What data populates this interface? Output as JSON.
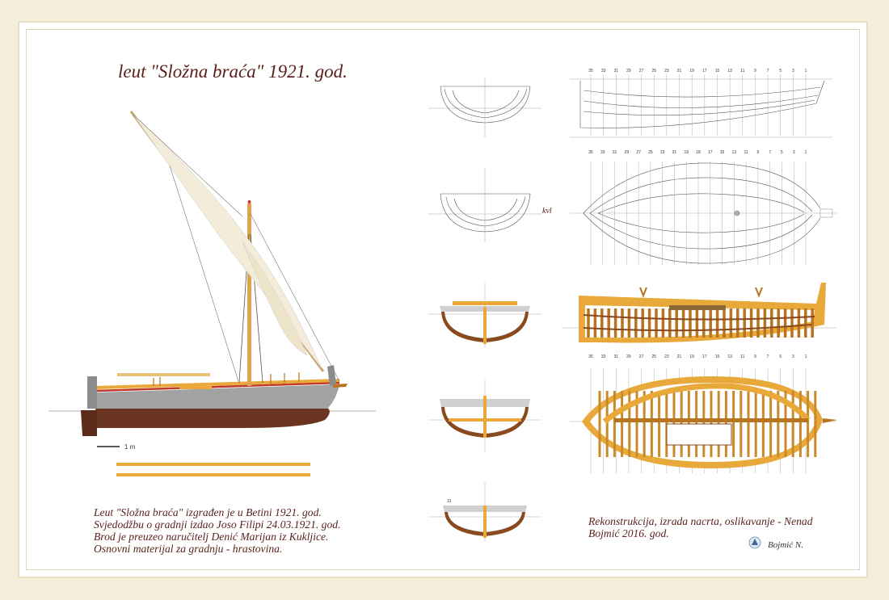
{
  "title": {
    "prefix": "leut ",
    "quoted": "\"Složna braća\"",
    "year": " 1921. god."
  },
  "note_left": [
    "Leut \"Složna braća\" izgrađen je u Betini 1921. god.",
    "Svjedodžbu o gradnji izdao Joso Filipi 24.03.1921. god.",
    "Brod je preuzeo naručitelj Denić Marijan iz Kukljice.",
    "Osnovni materijal za gradnju - hrastovina."
  ],
  "note_right": [
    "Rekonstrukcija, izrada nacrta, oslikavanje - Nenad",
    "Bojmić 2016. god."
  ],
  "scale_label": "1 m",
  "kvl_label": "kvl",
  "signature": "Bojmić N.",
  "frame_numbers_top": [
    "35",
    "33",
    "31",
    "29",
    "27",
    "25",
    "23",
    "21",
    "19",
    "17",
    "15",
    "13",
    "11",
    "9",
    "7",
    "5",
    "3",
    "1"
  ],
  "frame_numbers_mid": [
    "35",
    "33",
    "31",
    "29",
    "27",
    "25",
    "23",
    "21",
    "19",
    "18",
    "17",
    "15",
    "13",
    "11",
    "9",
    "7",
    "5",
    "3",
    "1"
  ],
  "frame_numbers_low": [
    "35",
    "33",
    "31",
    "29",
    "27",
    "25",
    "23",
    "21",
    "19",
    "17",
    "15",
    "13",
    "11",
    "9",
    "7",
    "5",
    "3",
    "1"
  ],
  "section_label": "31",
  "colors": {
    "title_text": "#5a1f1a",
    "wood": "#e8a83a",
    "wood_dark": "#b9741f",
    "hull_grey": "#9a9a9a",
    "hull_bottom": "#6b3420",
    "sail": "#f3ecd9",
    "stripe_red": "#c0392b",
    "paper": "#ffffff",
    "border": "#f4eedc"
  }
}
